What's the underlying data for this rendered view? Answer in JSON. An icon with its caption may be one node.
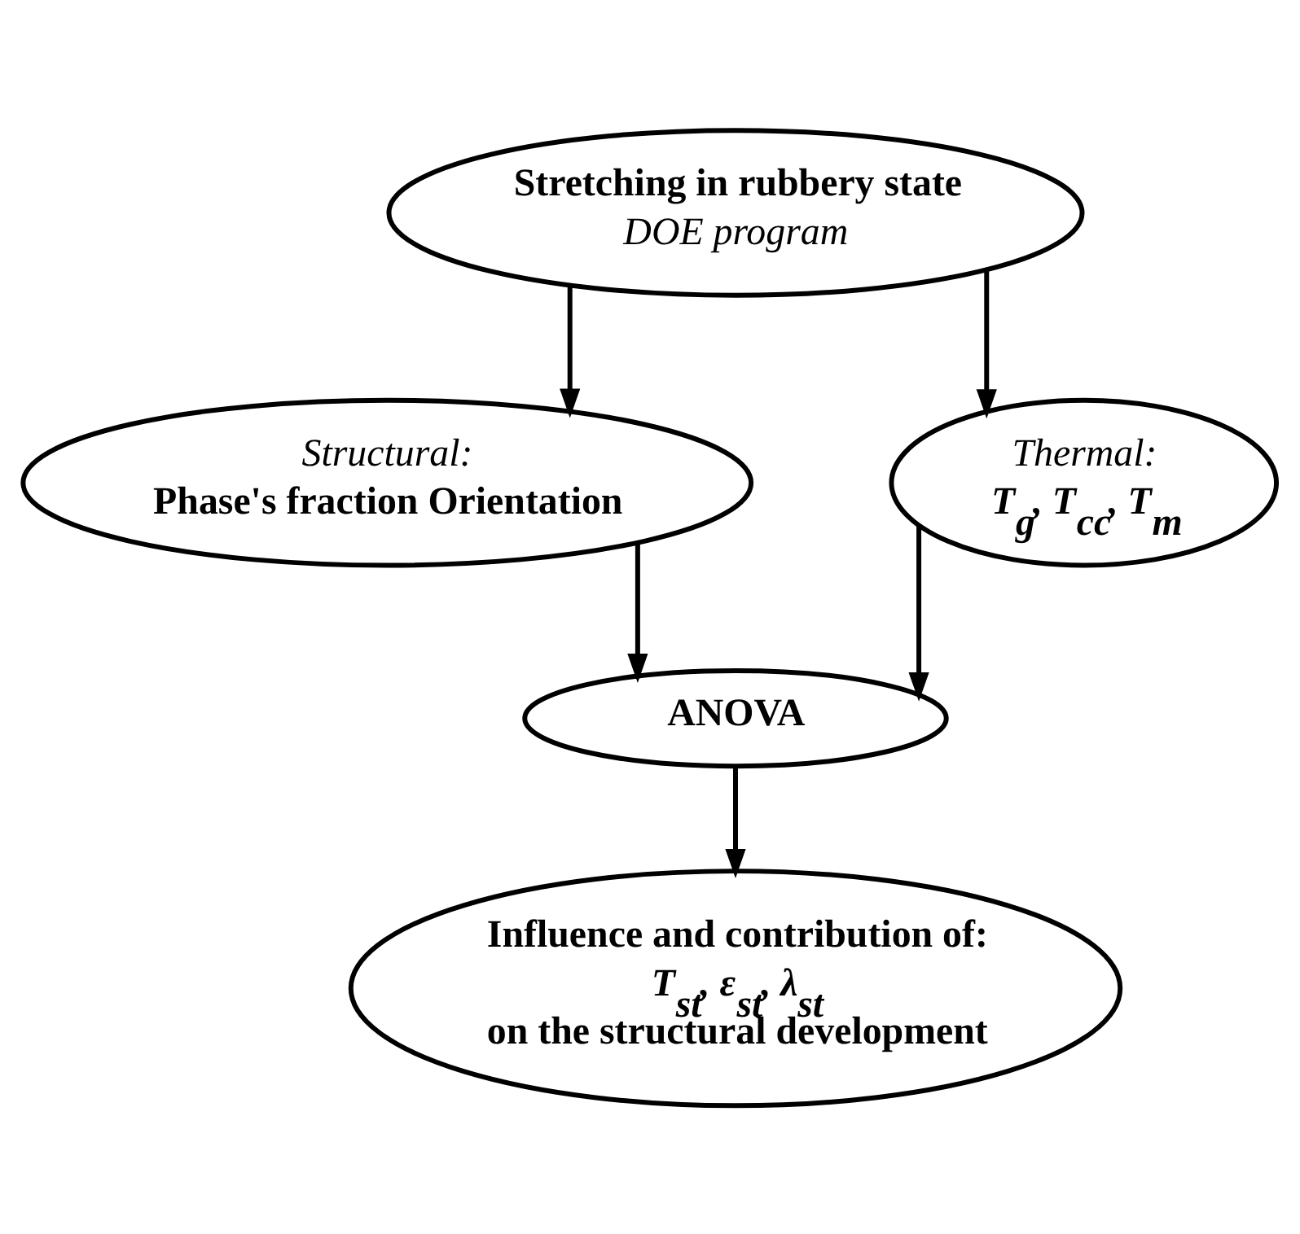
{
  "diagram": {
    "nodes": [
      {
        "text": [
          "Stretching in rubbery state",
          "DOE program"
        ]
      },
      {
        "text": [
          "Structural:",
          "Phase's fraction Orientation"
        ]
      },
      {
        "text": [
          "Thermal:",
          "T$_{g}$, T$_{cc}$, T$_{m}$"
        ]
      },
      {
        "text": [
          "ANOVA"
        ]
      },
      {
        "text": [
          "Influence and contribution of:",
          "T$_{st}$, ε$_{st}$, λ$_{st}$",
          "on the structural development"
        ]
      }
    ],
    "edges": [
      {
        "from": 0,
        "to": 1,
        "arrow": "to"
      },
      {
        "from": 0,
        "to": 2,
        "arrow": "to"
      },
      {
        "from": 1,
        "to": 3,
        "arrow": "to"
      },
      {
        "from": 2,
        "to": 3,
        "arrow": "to"
      },
      {
        "from": 3,
        "to": 4,
        "arrow": "to"
      }
    ]
  }
}
